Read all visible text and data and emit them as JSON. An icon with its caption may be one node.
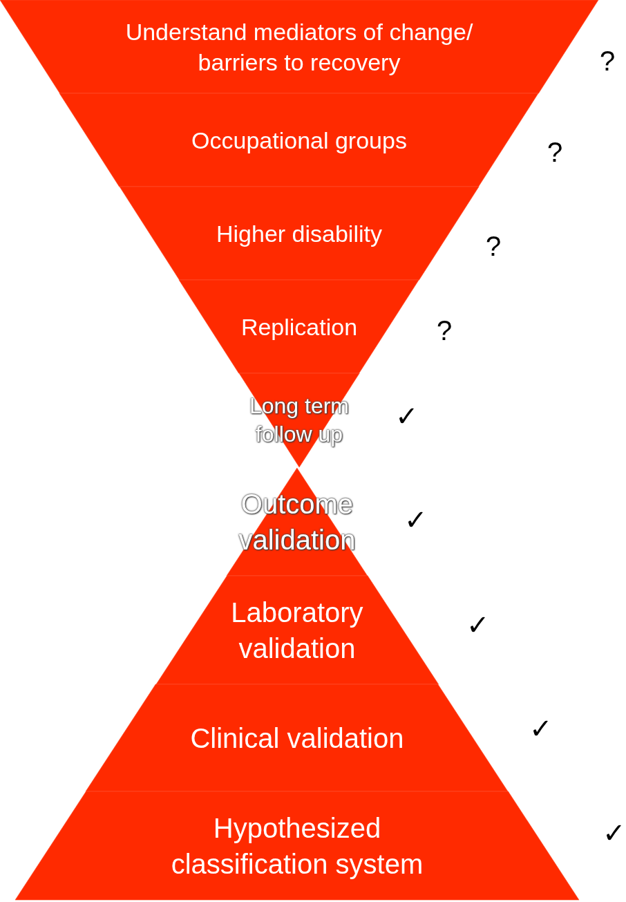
{
  "diagram": {
    "nodes": [
      {
        "text": [
          "Understand mediators of change/ barriers to recovery"
        ],
        "beside": [
          "?"
        ]
      },
      {
        "text": [
          "Occupational groups"
        ],
        "beside": [
          "?"
        ]
      },
      {
        "text": [
          "Higher disability"
        ],
        "beside": [
          "?"
        ]
      },
      {
        "text": [
          "Replication"
        ],
        "beside": [
          "?"
        ]
      },
      {
        "text": [
          "Long term follow up"
        ],
        "beside": [
          "✓"
        ]
      },
      {
        "text": [
          "Outcome validation"
        ],
        "beside": [
          "✓"
        ]
      },
      {
        "text": [
          "Laboratory validation"
        ],
        "beside": [
          "✓"
        ]
      },
      {
        "text": [
          "Clinical validation"
        ],
        "beside": [
          "✓"
        ]
      },
      {
        "text": [
          "Hypothesized classification system"
        ],
        "beside": [
          "✓"
        ]
      }
    ]
  }
}
